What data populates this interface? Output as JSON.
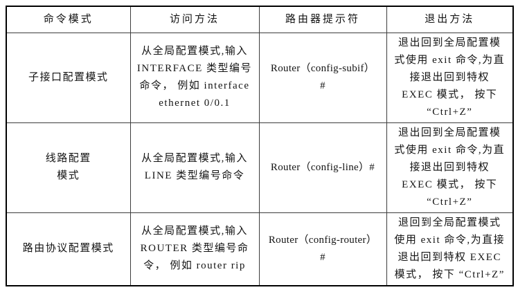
{
  "accent_colors": {
    "border_outer": "#000000",
    "border_inner": "#3c3c3c",
    "text": "#141414",
    "background": "#ffffff"
  },
  "table": {
    "headers": [
      "命令模式",
      "访问方法",
      "路由器提示符",
      "退出方法"
    ],
    "rows": [
      {
        "mode": "子接口配置模式",
        "access": "从全局配置模式,输入\nINTERFACE 类型编号\n命令， 例如 interface\nethernet 0/0.1",
        "prompt": "Router（config-subif）\n#",
        "exit": "退出回到全局配置模\n式使用 exit 命令,为直\n接退出回到特权\nEXEC 模式， 按下\n“Ctrl+Z”"
      },
      {
        "mode": "线路配置\n模式",
        "access": "从全局配置模式,输入\nLINE 类型编号命令",
        "prompt": "Router（config-line）#",
        "exit": "退出回到全局配置模\n式使用 exit 命令,为直\n接退出回到特权\nEXEC 模式， 按下\n“Ctrl+Z”"
      },
      {
        "mode": "路由协议配置模式",
        "access": "从全局配置模式,输入\nROUTER 类型编号命\n令， 例如 router rip",
        "prompt": "Router（config-router）\n#",
        "exit": "退回到全局配置模式\n使用 exit 命令,为直接\n退出回到特权 EXEC\n模式， 按下 “Ctrl+Z”"
      }
    ]
  }
}
